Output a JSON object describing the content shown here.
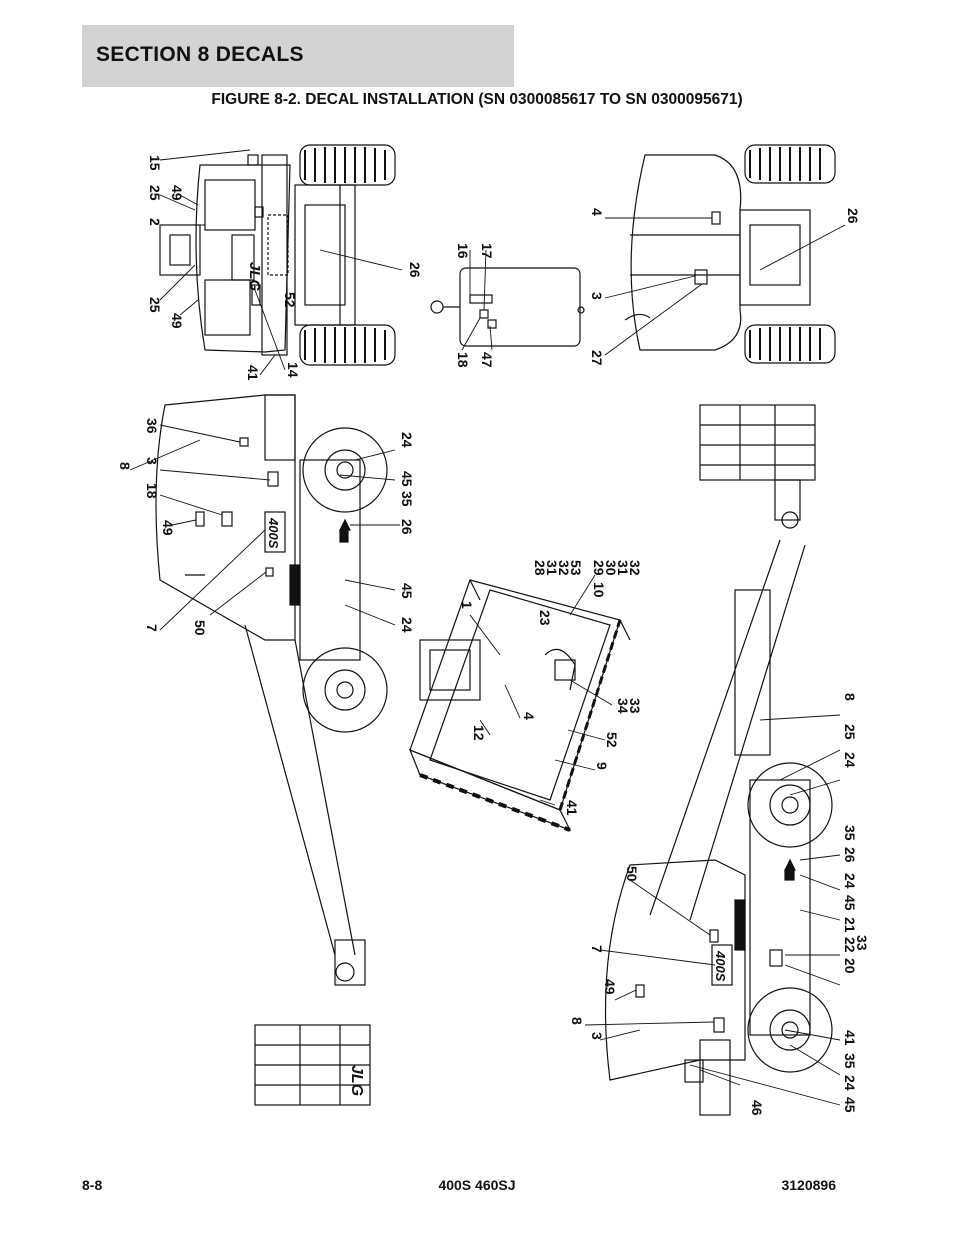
{
  "header": {
    "section_title": "SECTION 8   DECALS",
    "figure_title": "FIGURE 8-2. DECAL INSTALLATION (SN 0300085617 TO SN 0300095671)"
  },
  "drawing": {
    "brand_text": "JLG",
    "model_badge": "400S",
    "callouts": {
      "top_machine_view": [
        "15",
        "25",
        "49",
        "2",
        "25",
        "49",
        "52",
        "41",
        "14",
        "26"
      ],
      "platform_box_view": [
        "16",
        "17",
        "18",
        "47"
      ],
      "rear_view": [
        "4",
        "3",
        "27",
        "26"
      ],
      "left_side_view": [
        "36",
        "8",
        "3",
        "18",
        "49",
        "7",
        "50",
        "24",
        "45",
        "35",
        "26",
        "45",
        "24"
      ],
      "platform_basket_view": [
        "28",
        "31",
        "32",
        "53",
        "29",
        "30",
        "31",
        "32",
        "10",
        "23",
        "1",
        "4",
        "12",
        "34",
        "33",
        "52",
        "9",
        "41"
      ],
      "right_side_view": [
        "8",
        "25",
        "24",
        "35",
        "26",
        "24",
        "45",
        "21",
        "22",
        "33",
        "20",
        "50",
        "7",
        "49",
        "8",
        "3",
        "41",
        "35",
        "24",
        "45",
        "46"
      ]
    }
  },
  "footer": {
    "page_number": "8-8",
    "model": "400S 460SJ",
    "doc_number": "3120896"
  }
}
